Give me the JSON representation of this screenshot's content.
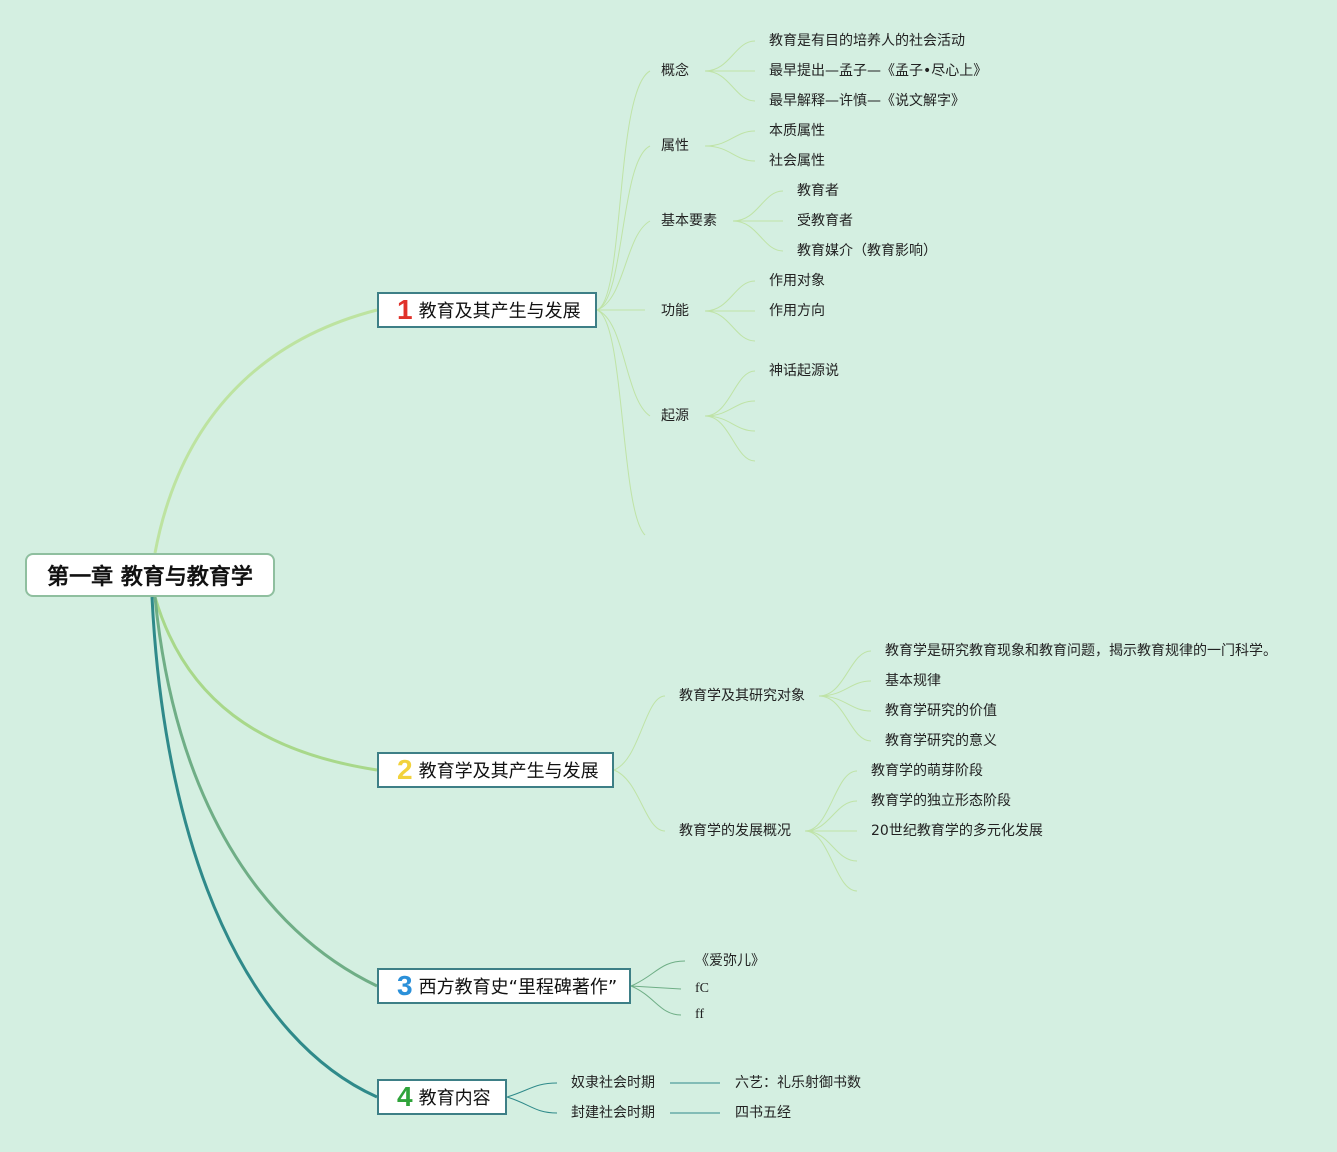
{
  "root": {
    "label": "第一章 教育与教育学"
  },
  "colors": {
    "background": "#d4efe1",
    "branch1": "#bde3a0",
    "branch2": "#a8d88a",
    "branch3": "#6fae86",
    "branch4": "#2f8a8a",
    "num1": "#e0322a",
    "num2": "#f2d23c",
    "num3": "#2b90d9",
    "num4": "#2fa33a"
  },
  "topics": [
    {
      "num": "1",
      "label": "教育及其产生与发展",
      "children": [
        {
          "label": "概念",
          "children": [
            "教育是有目的培养人的社会活动",
            "最早提出—孟子—《孟子•尽心上》",
            "最早解释—许慎—《说文解字》"
          ]
        },
        {
          "label": "属性",
          "children": [
            "本质属性",
            "社会属性"
          ]
        },
        {
          "label": "基本要素",
          "children": [
            "教育者",
            "受教育者",
            "教育媒介（教育影响）"
          ]
        },
        {
          "label": "功能",
          "children": [
            "作用对象",
            "作用方向"
          ]
        },
        {
          "label": "起源",
          "children": [
            "神话起源说"
          ]
        }
      ]
    },
    {
      "num": "2",
      "label": "教育学及其产生与发展",
      "children": [
        {
          "label": "教育学及其研究对象",
          "children": [
            "教育学是研究教育现象和教育问题，揭示教育规律的一门科学。",
            "基本规律",
            "教育学研究的价值",
            "教育学研究的意义"
          ]
        },
        {
          "label": "教育学的发展概况",
          "children": [
            "教育学的萌芽阶段",
            "教育学的独立形态阶段",
            "20世纪教育学的多元化发展"
          ]
        }
      ]
    },
    {
      "num": "3",
      "label": "西方教育史“里程碑著作”",
      "children": [
        {
          "label": "《爱弥儿》"
        },
        {
          "label": "fC"
        },
        {
          "label": "ff"
        }
      ]
    },
    {
      "num": "4",
      "label": "教育内容",
      "children": [
        {
          "label": "奴隶社会时期",
          "children": [
            "六艺：礼乐射御书数"
          ]
        },
        {
          "label": "封建社会时期",
          "children": [
            "四书五经"
          ]
        }
      ]
    }
  ]
}
